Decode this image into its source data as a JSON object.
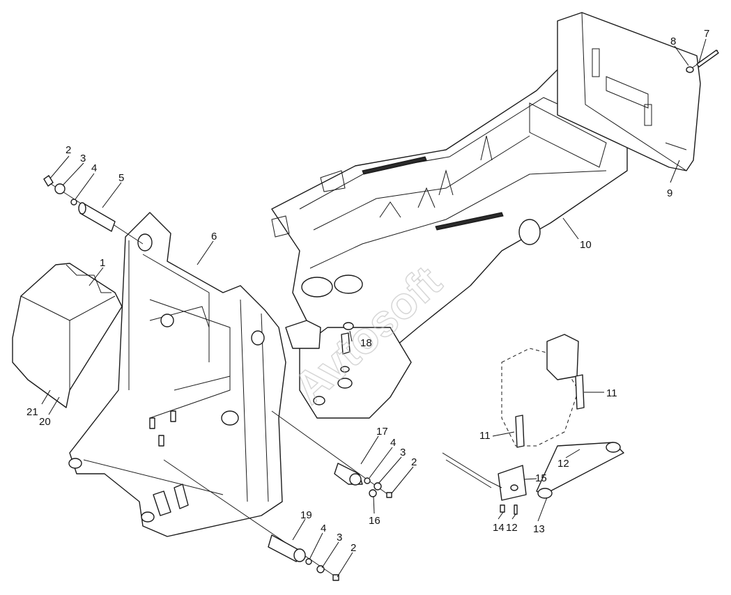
{
  "callouts": {
    "c1": "1",
    "c2a": "2",
    "c3a": "3",
    "c4a": "4",
    "c5": "5",
    "c6": "6",
    "c7": "7",
    "c8": "8",
    "c9": "9",
    "c10": "10",
    "c11a": "11",
    "c11b": "11",
    "c12a": "12",
    "c12b": "12",
    "c13": "13",
    "c14": "14",
    "c15": "15",
    "c16": "16",
    "c17": "17",
    "c4b": "4",
    "c3b": "3",
    "c2b": "2",
    "c18": "18",
    "c19": "19",
    "c4c": "4",
    "c3c": "3",
    "c2c": "2",
    "c20": "20",
    "c21": "21"
  },
  "watermark": "Avtosoft"
}
